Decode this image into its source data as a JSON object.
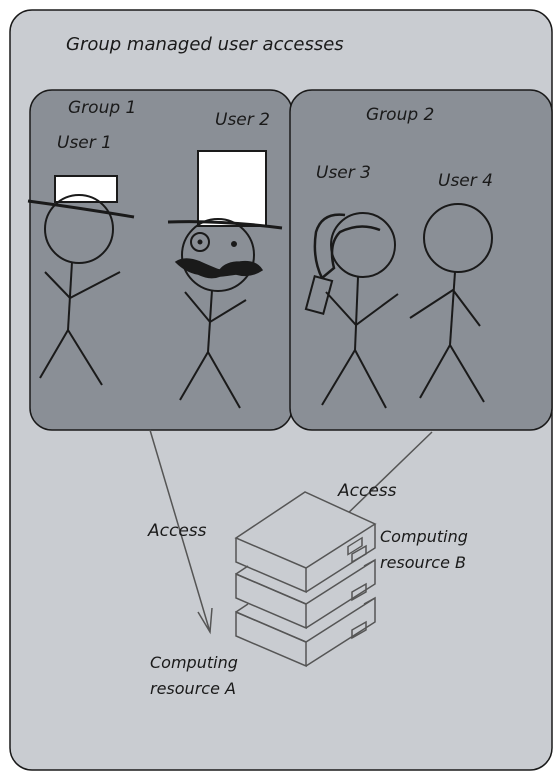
{
  "diagram": {
    "title": "Group managed user accesses",
    "groups": [
      {
        "label": "Group 1",
        "users": [
          {
            "label": "User 1",
            "accessory": "short-hat"
          },
          {
            "label": "User 2",
            "accessory": "top-hat-monocle-mustache"
          }
        ]
      },
      {
        "label": "Group 2",
        "users": [
          {
            "label": "User 3",
            "accessory": "long-hair-phone"
          },
          {
            "label": "User 4",
            "accessory": "none"
          }
        ]
      }
    ],
    "resources": [
      {
        "label_line1": "Computing",
        "label_line2": "resource A"
      },
      {
        "label_line1": "Computing",
        "label_line2": "resource B"
      }
    ],
    "edges": [
      {
        "from": "Group 1",
        "to": "Computing resource A",
        "label": "Access"
      },
      {
        "from": "Group 2",
        "to": "Computing resource B",
        "label": "Access"
      }
    ],
    "icon_names": [
      "stick-figure-icon",
      "server-stack-icon",
      "arrow-icon"
    ],
    "colors": {
      "outer_fill": "#c9ccd1",
      "group_fill": "#8a8f96",
      "stroke": "#1a1a1a",
      "arrow": "#555555"
    }
  }
}
